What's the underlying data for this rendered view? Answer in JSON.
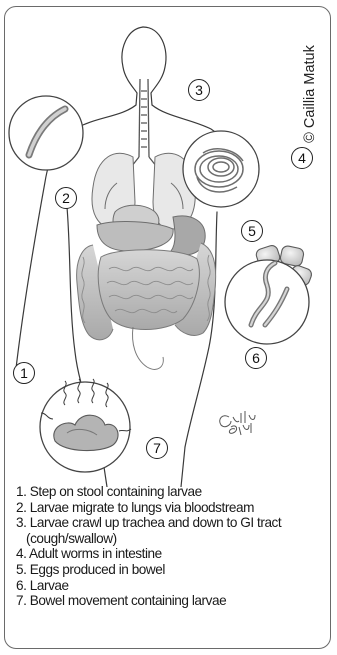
{
  "credit": "© Caillia Matuk",
  "signature": "Caillia Matuk",
  "markers": [
    "1",
    "2",
    "3",
    "4",
    "5",
    "6",
    "7"
  ],
  "legend": [
    {
      "num": "1.",
      "text": "Step on stool containing larvae"
    },
    {
      "num": "2.",
      "text": "Larvae migrate to lungs via bloodstream"
    },
    {
      "num": "3.",
      "text": "Larvae crawl up trachea and down to GI tract (cough/swallow)"
    },
    {
      "num": "4.",
      "text": "Adult worms in intestine"
    },
    {
      "num": "5.",
      "text": "Eggs produced in bowel"
    },
    {
      "num": "6.",
      "text": "Larvae"
    },
    {
      "num": "7.",
      "text": "Bowel movement containing larvae"
    }
  ],
  "colors": {
    "ink": "#2a2a2a",
    "tissue": "#c9c9c9",
    "tissue_dark": "#8f8f8f",
    "border": "#6a6a6a"
  }
}
